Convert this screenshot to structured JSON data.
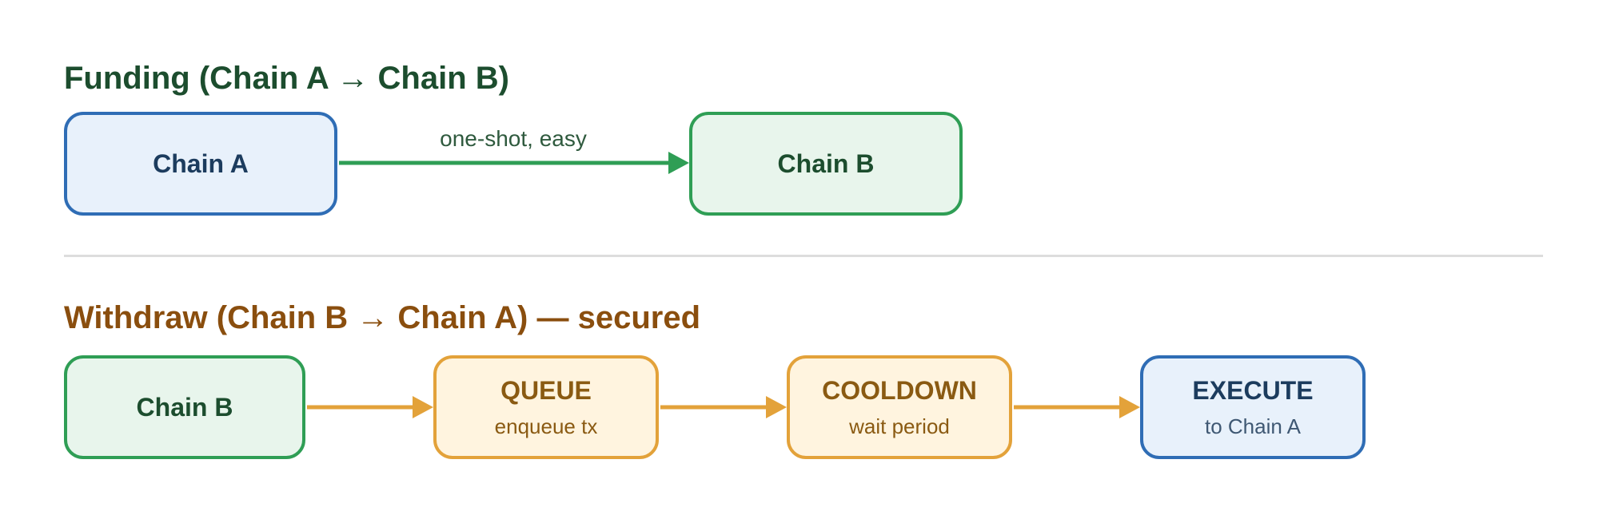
{
  "colors": {
    "blue_border": "#2f6db5",
    "blue_fill": "#e8f1fb",
    "blue_text": "#1c3c5e",
    "green_border": "#2f9e55",
    "green_fill": "#e8f5ec",
    "green_text": "#1c4d2e",
    "orange_border": "#e3a23a",
    "orange_fill": "#fff4df",
    "orange_text": "#8a5a12",
    "funding_title": "#1c4d2e",
    "withdraw_title": "#8a4e0e",
    "divider": "#dddddd",
    "edge_label": "#2f5a3e"
  },
  "funding": {
    "title": "Funding (Chain A → Chain B)",
    "source_label": "Chain A",
    "target_label": "Chain B",
    "edge_label": "one-shot, easy"
  },
  "withdraw": {
    "title": "Withdraw (Chain B → Chain A) — secured",
    "steps": [
      {
        "title": "Chain B",
        "subtitle": ""
      },
      {
        "title": "QUEUE",
        "subtitle": "enqueue tx"
      },
      {
        "title": "COOLDOWN",
        "subtitle": "wait period"
      },
      {
        "title": "EXECUTE",
        "subtitle": "to Chain A"
      }
    ]
  }
}
